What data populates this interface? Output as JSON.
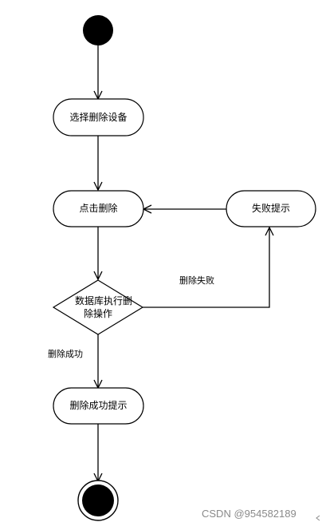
{
  "nodes": {
    "select_device": "选择删除设备",
    "click_delete": "点击删除",
    "fail_prompt": "失败提示",
    "db_delete_line1": "数据库执行删",
    "db_delete_line2": "除操作",
    "success_prompt": "删除成功提示"
  },
  "edges": {
    "fail_label": "删除失败",
    "success_label": "删除成功"
  },
  "watermark": "CSDN @954582189",
  "colors": {
    "stroke": "#000000",
    "fill": "#ffffff",
    "terminal": "#000000"
  }
}
